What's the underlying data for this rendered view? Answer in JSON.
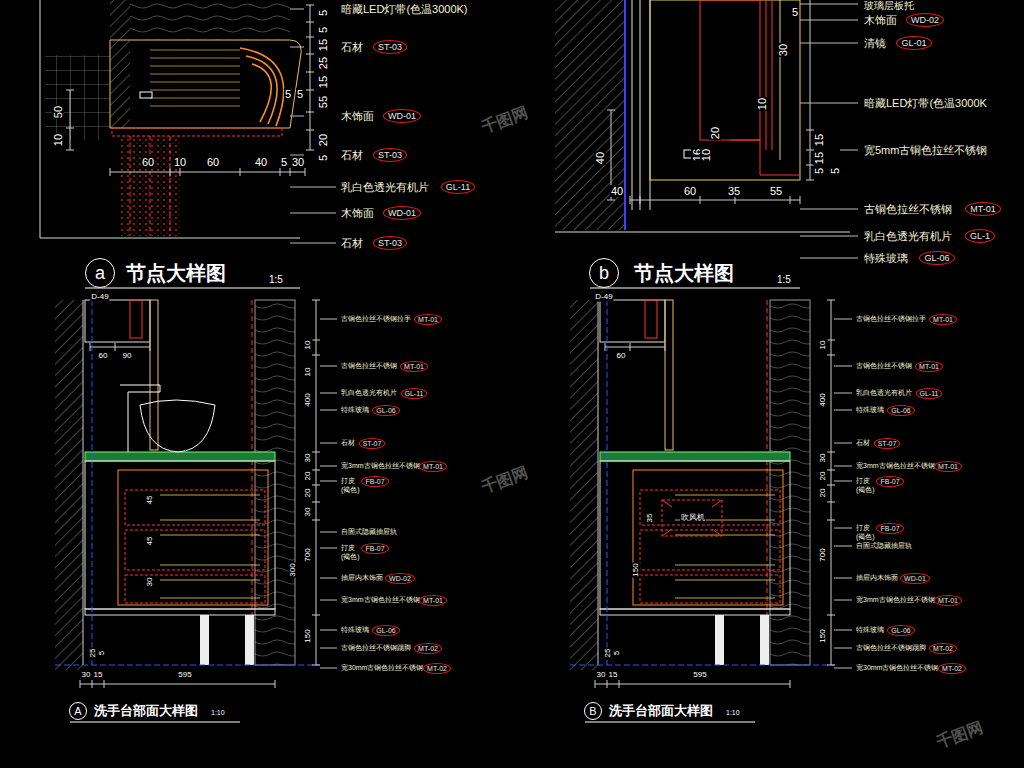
{
  "diagram": {
    "nodes": [
      {
        "text": [
          "ST-03"
        ]
      },
      {
        "text": [
          "WD-01"
        ]
      },
      {
        "text": [
          "ST-03"
        ]
      },
      {
        "text": [
          "GL-11"
        ]
      },
      {
        "text": [
          "WD-01"
        ]
      },
      {
        "text": [
          "ST-03"
        ]
      },
      {
        "text": [
          "WD-02"
        ]
      },
      {
        "text": [
          "GL-01"
        ]
      },
      {
        "text": [
          "MT-01"
        ]
      },
      {
        "text": [
          "GL-1"
        ]
      },
      {
        "text": [
          "GL-06"
        ]
      },
      {
        "text": [
          "a"
        ]
      },
      {
        "text": [
          "b"
        ]
      },
      {
        "text": [
          "MT-01"
        ]
      },
      {
        "text": [
          "MT-01"
        ]
      },
      {
        "text": [
          "GL-11"
        ]
      },
      {
        "text": [
          "GL-06"
        ]
      },
      {
        "text": [
          "ST-07"
        ]
      },
      {
        "text": [
          "MT-01"
        ]
      },
      {
        "text": [
          "FB-07"
        ]
      },
      {
        "text": [
          "FB-07"
        ]
      },
      {
        "text": [
          "WD-02"
        ]
      },
      {
        "text": [
          "MT-01"
        ]
      },
      {
        "text": [
          "GL-06"
        ]
      },
      {
        "text": [
          "MT-02"
        ]
      },
      {
        "text": [
          "MT-02"
        ]
      },
      {
        "text": [
          "MT-01"
        ]
      },
      {
        "text": [
          "MT-01"
        ]
      },
      {
        "text": [
          "GL-11"
        ]
      },
      {
        "text": [
          "GL-06"
        ]
      },
      {
        "text": [
          "ST-07"
        ]
      },
      {
        "text": [
          "MT-01"
        ]
      },
      {
        "text": [
          "FB-07"
        ]
      },
      {
        "text": [
          "FB-07"
        ]
      },
      {
        "text": [
          "WD-01"
        ]
      },
      {
        "text": [
          "MT-01"
        ]
      },
      {
        "text": [
          "GL-06"
        ]
      },
      {
        "text": [
          "MT-02"
        ]
      },
      {
        "text": [
          "MT-02"
        ]
      },
      {
        "text": [
          "A"
        ]
      },
      {
        "text": [
          "B"
        ]
      }
    ],
    "labels": [
      "暗藏LED灯带(色温3000K)",
      "石材",
      "木饰面",
      "石材",
      "乳白色透光有机片",
      "木饰面",
      "石材",
      "5",
      "5",
      "15",
      "25",
      "15",
      "5",
      "5",
      "55",
      "20",
      "5",
      "50",
      "10",
      "60",
      "10",
      "60",
      "40",
      "5",
      "30",
      "玻璃层板托",
      "木饰面",
      "清镜",
      "暗藏LED灯带(色温3000K",
      "宽5mm古铜色拉丝不锈钢",
      "古铜色拉丝不锈钢",
      "乳白色透光有机片",
      "特殊玻璃",
      "5",
      "30",
      "10",
      "15",
      "15",
      "5",
      "5",
      "40",
      "16",
      "10",
      "20",
      "40",
      "60",
      "35",
      "55",
      "节点大样图",
      "1:5",
      "D-49",
      "节点大样图",
      "1:5",
      "D-49",
      "古铜色拉丝不锈钢拉手",
      "古铜色拉丝不锈钢",
      "乳白色透光有机片",
      "特殊玻璃",
      "石材",
      "宽3mm古铜色拉丝不锈钢",
      "打皮",
      "(褐色)",
      "自固式隐藏抽屉轨",
      "打皮",
      "(褐色)",
      "抽屉内木饰面",
      "宽3mm古铜色拉丝不锈钢",
      "特殊玻璃",
      "古铜色拉丝不锈钢踢脚",
      "宽30mm古铜色拉丝不锈钢",
      "10",
      "10",
      "400",
      "30",
      "20",
      "20",
      "30",
      "700",
      "300",
      "150",
      "60",
      "90",
      "45",
      "45",
      "30",
      "25",
      "5",
      "30",
      "15",
      "595",
      "洗手台部面大样图",
      "1:10",
      "古铜色拉丝不锈钢拉手",
      "古铜色拉丝不锈钢",
      "乳白色透光有机片",
      "特殊玻璃",
      "石材",
      "宽3mm古铜色拉丝不锈钢",
      "打皮",
      "(褐色)",
      "打皮",
      "(褐色)",
      "自固式隐藏抽屉轨",
      "抽屉内木饰面",
      "宽3mm古铜色拉丝不锈钢",
      "特殊玻璃",
      "古铜色拉丝不锈钢踢脚",
      "宽30mm古铜色拉丝不锈钢",
      "10",
      "400",
      "30",
      "20",
      "20",
      "700",
      "150",
      "60",
      "35",
      "150",
      "25",
      "5",
      "30",
      "15",
      "595",
      "吹风机",
      "洗手台部面大样图",
      "1:10",
      "千图网",
      "千图网",
      "千图网"
    ]
  }
}
